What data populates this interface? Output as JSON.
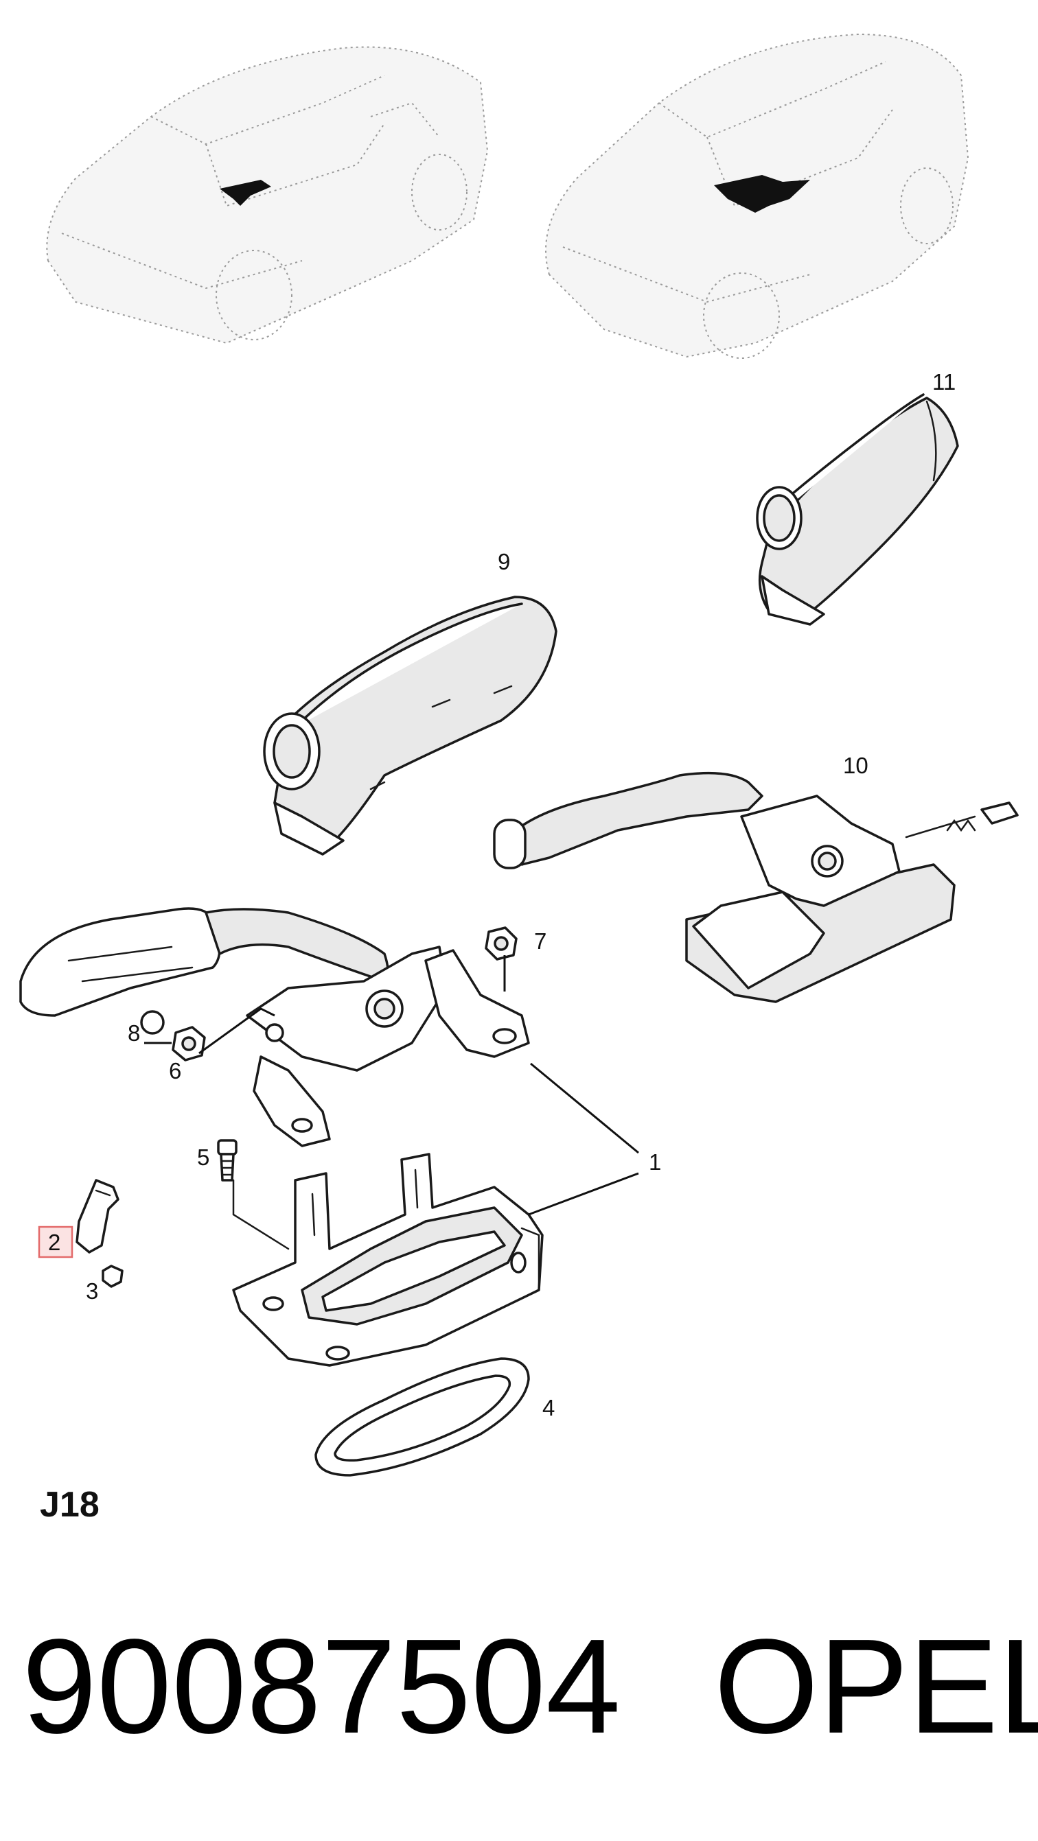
{
  "callouts": {
    "c1": "1",
    "c2": "2",
    "c3": "3",
    "c4": "4",
    "c5": "5",
    "c6": "6",
    "c7": "7",
    "c8": "8",
    "c9": "9",
    "c10": "10",
    "c11": "11"
  },
  "section_code": "J18",
  "footer": {
    "part_number": "90087504",
    "brand": "OPEL"
  },
  "highlight": {
    "target_callout": "2",
    "color": "#e36a6a"
  }
}
